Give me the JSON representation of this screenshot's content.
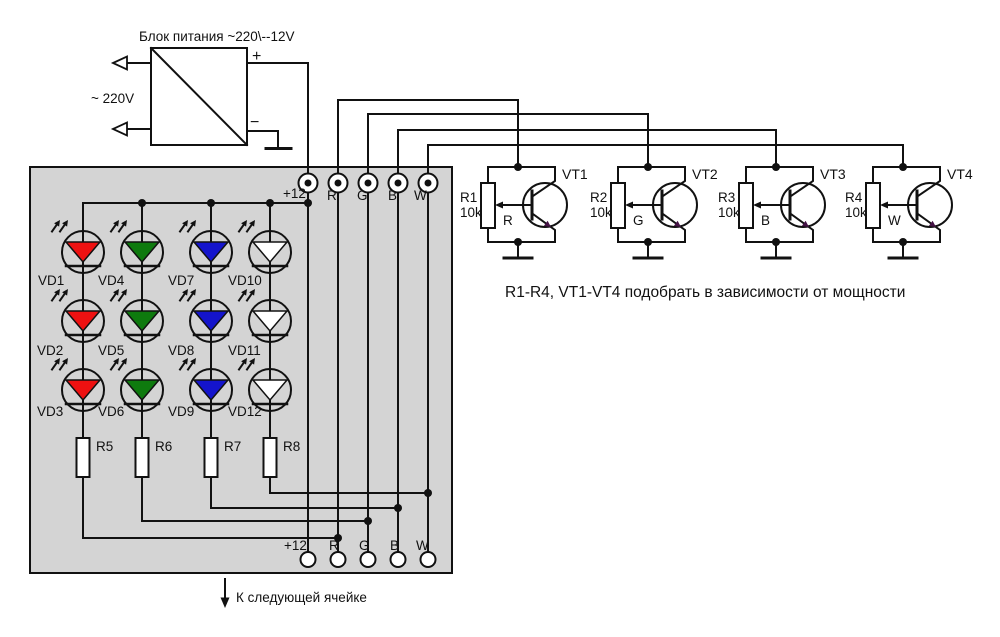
{
  "colors": {
    "panel_fill": "#d4d4d4",
    "wire": "#111111",
    "led_red": "#ee1111",
    "led_green": "#0e7a0e",
    "led_blue": "#1414cc",
    "led_white": "#ffffff",
    "emitter_arrow": "#441245"
  },
  "power_supply": {
    "title": "Блок питания ~220\\--12V",
    "input_label": "~ 220V",
    "plus_label": "+",
    "minus_label": "−"
  },
  "panel": {
    "top_terminals": [
      "+12",
      "R",
      "G",
      "B",
      "W"
    ],
    "bottom_terminals": [
      "+12",
      "R",
      "G",
      "B",
      "W"
    ],
    "leds": [
      {
        "label": "VD1",
        "color": "#ee1111"
      },
      {
        "label": "VD4",
        "color": "#0e7a0e"
      },
      {
        "label": "VD7",
        "color": "#1414cc"
      },
      {
        "label": "VD10",
        "color": "#ffffff"
      },
      {
        "label": "VD2",
        "color": "#ee1111"
      },
      {
        "label": "VD5",
        "color": "#0e7a0e"
      },
      {
        "label": "VD8",
        "color": "#1414cc"
      },
      {
        "label": "VD11",
        "color": "#ffffff"
      },
      {
        "label": "VD3",
        "color": "#ee1111"
      },
      {
        "label": "VD6",
        "color": "#0e7a0e"
      },
      {
        "label": "VD9",
        "color": "#1414cc"
      },
      {
        "label": "VD12",
        "color": "#ffffff"
      }
    ],
    "resistors": [
      "R5",
      "R6",
      "R7",
      "R8"
    ]
  },
  "drivers": [
    {
      "name": "VT1",
      "pot": "R1",
      "pot_value": "10k",
      "channel": "R"
    },
    {
      "name": "VT2",
      "pot": "R2",
      "pot_value": "10k",
      "channel": "G"
    },
    {
      "name": "VT3",
      "pot": "R3",
      "pot_value": "10k",
      "channel": "B"
    },
    {
      "name": "VT4",
      "pot": "R4",
      "pot_value": "10k",
      "channel": "W"
    }
  ],
  "notes": {
    "selection": "R1-R4, VT1-VT4 подобрать в зависимости от мощности",
    "next_cell": "К следующей ячейке"
  }
}
